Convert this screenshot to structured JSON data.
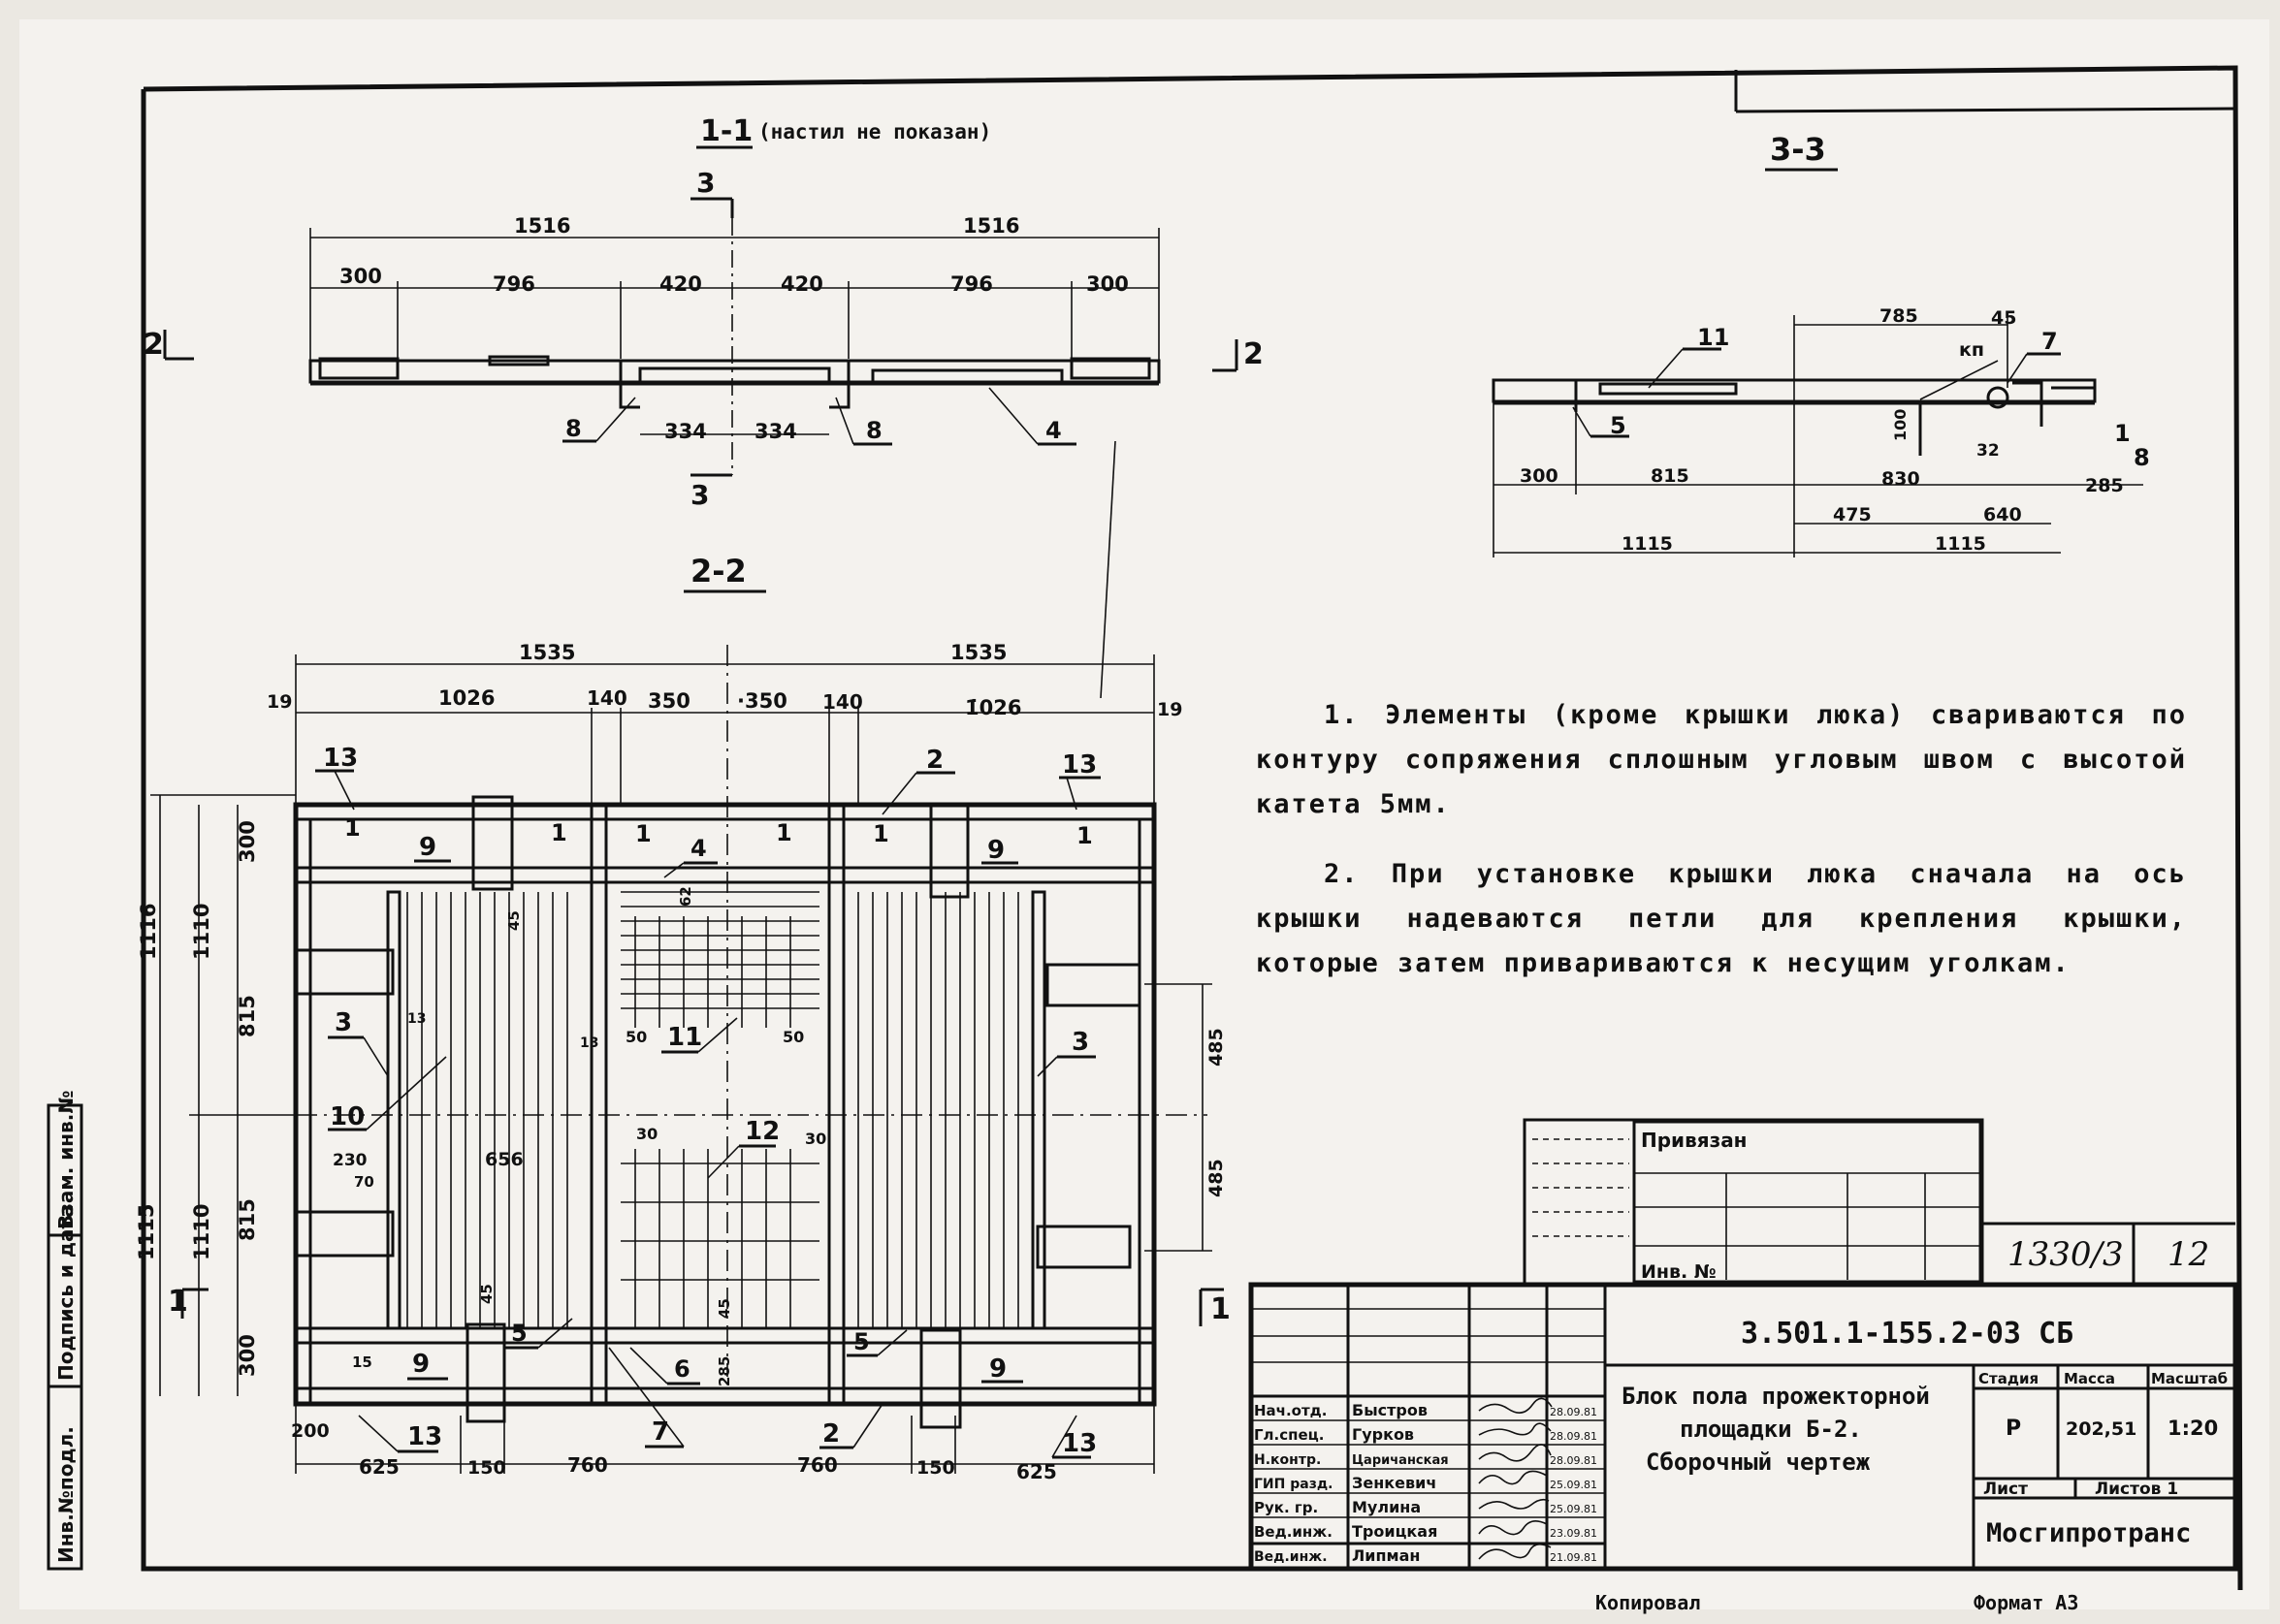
{
  "sections": {
    "s11_title": "1-1",
    "s11_subtitle": "(настил не показан)",
    "s22_title": "2-2",
    "s33_title": "3-3",
    "cut_2": "2",
    "cut_3": "3",
    "cut_1": "1"
  },
  "dims_11": {
    "half": "1516",
    "a300": "300",
    "a796": "796",
    "a420": "420",
    "a334": "334"
  },
  "dims_22": {
    "half": "1535",
    "a19": "19",
    "a1026": "1026",
    "a140": "140",
    "a350": "350",
    "a350b": "·350",
    "a1026b": "1̇026",
    "v1116": "1116",
    "v1110": "1110",
    "v300": "300",
    "v815": "815",
    "v1115": "1115",
    "v485": "485",
    "a45": "45",
    "a62": "62",
    "a50": "50",
    "a13": "13",
    "a30": "30",
    "a656": "656",
    "a230": "230",
    "a70": "70",
    "a15": "15",
    "a285": "285",
    "a200": "200",
    "a625": "625",
    "a150": "150",
    "a760": "760"
  },
  "dims_33": {
    "a785": "785",
    "a45": "45",
    "kp": "кп",
    "a100": "100",
    "a32": "32",
    "a300": "300",
    "a815": "815",
    "a830": "830",
    "a285": "285",
    "a475": "475",
    "a640": "640",
    "a1115": "1115"
  },
  "callouts": [
    "1",
    "2",
    "3",
    "4",
    "5",
    "6",
    "7",
    "8",
    "9",
    "10",
    "11",
    "12",
    "13"
  ],
  "notes": [
    "1. Элементы (кроме крышки люка) свариваются по контуру сопряжения сплошным угловым швом с высотой катета 5мм.",
    "2. При установке крышки люка сначала на ось крышки надеваются петли для крепления крышки, которые затем привариваются к несущим уголкам."
  ],
  "binding": {
    "label": "Привязан",
    "inv_label": "Инв. №",
    "sheet_ref": "1330/3",
    "sheet_num": "12"
  },
  "left_strip": [
    "Инв.№подл.",
    "Подпись и дата",
    "Взам. инв.№"
  ],
  "title_block": {
    "doc_code": "3.501.1-155.2-03 СБ",
    "description": [
      "Блок пола прожекторной",
      "площадки Б-2.",
      "Сборочный чертеж"
    ],
    "col_stage": "Стадия",
    "col_mass": "Масса",
    "col_scale": "Масштаб",
    "stage": "Р",
    "mass": "202,51",
    "scale": "1:20",
    "sheet_label": "Лист",
    "sheets_label": "Листов 1",
    "org": "Мосгипротранс",
    "copied": "Копировал",
    "format": "Формат А3",
    "roles": [
      {
        "role": "Нач.отд.",
        "name": "Быстров",
        "date": "28.09.81"
      },
      {
        "role": "Гл.спец.",
        "name": "Гурков",
        "date": "28.09.81"
      },
      {
        "role": "Н.контр.",
        "name": "Царичанская",
        "date": "28.09.81"
      },
      {
        "role": "ГИП разд.",
        "name": "Зенкевич",
        "date": "25.09.81"
      },
      {
        "role": "Рук. гр.",
        "name": "Мулина",
        "date": "25.09.81"
      },
      {
        "role": "Вед.инж.",
        "name": "Троицкая",
        "date": "23.09.81"
      },
      {
        "role": "Вед.инж.",
        "name": "Липман",
        "date": "21.09.81"
      }
    ]
  }
}
